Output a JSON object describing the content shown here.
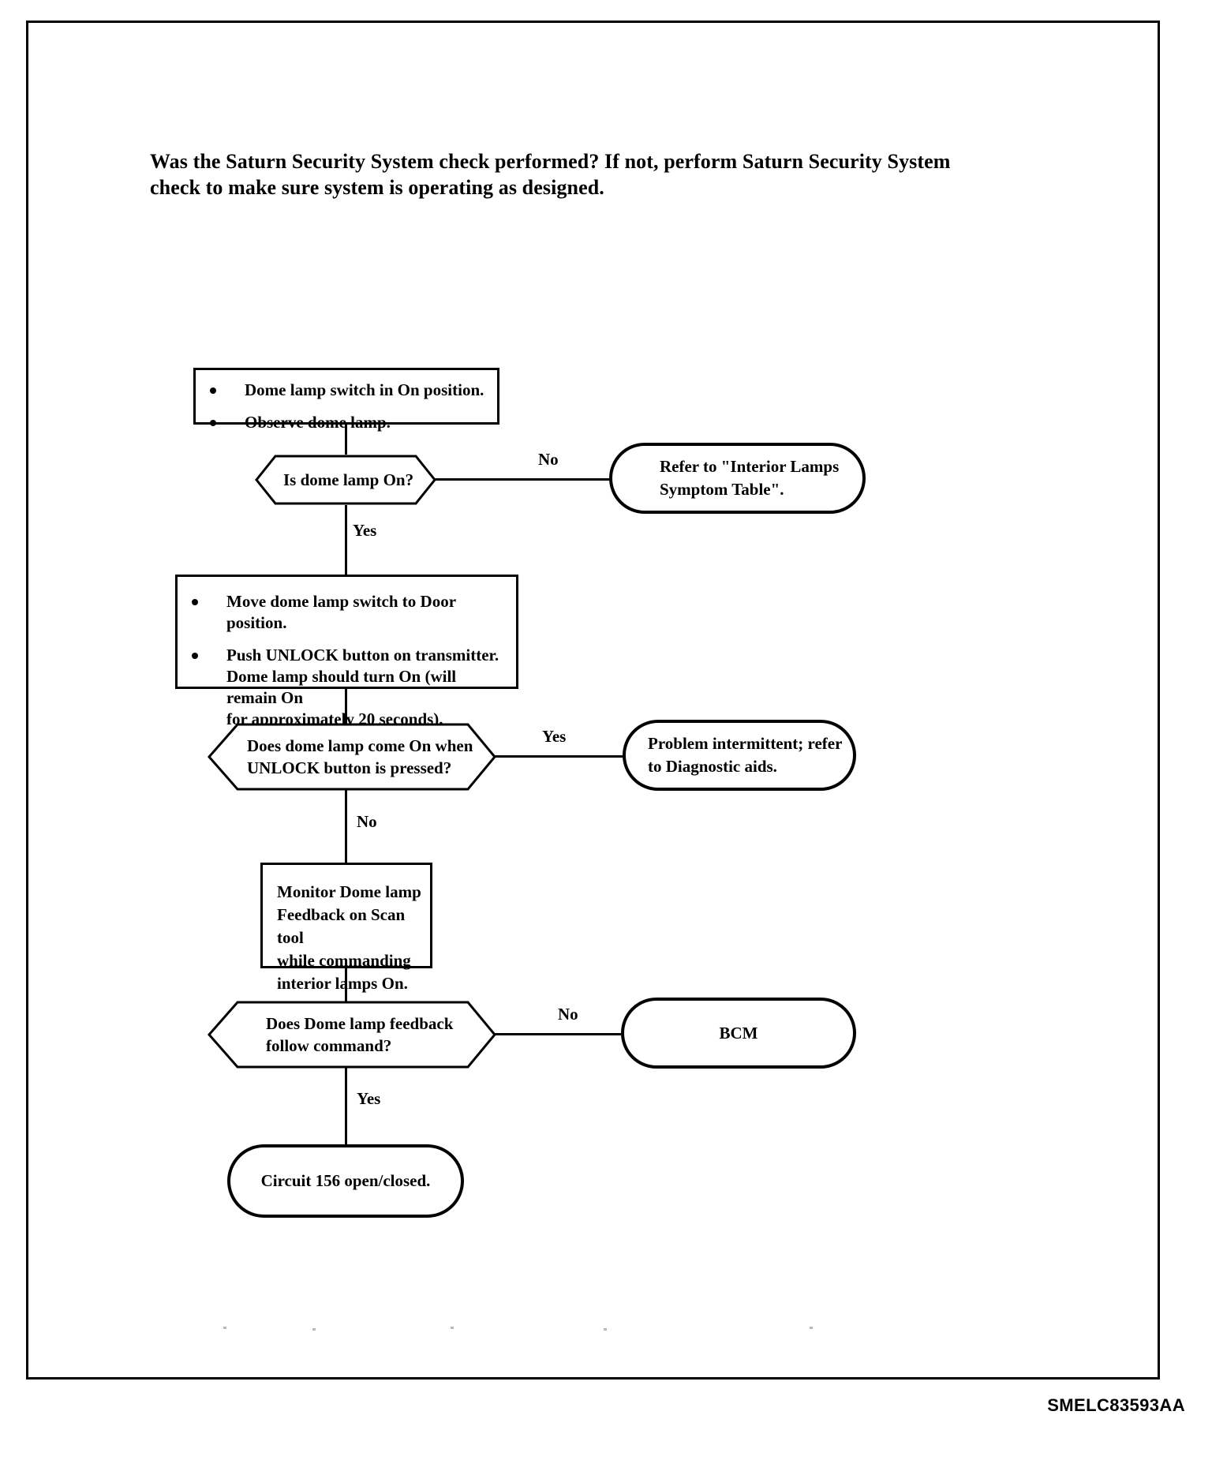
{
  "document": {
    "header_paragraph": "Was the Saturn Security System check performed? If not, perform Saturn Security System check to make sure system is operating as designed.",
    "footer_code": "SMELC83593AA"
  },
  "flowchart": {
    "type": "diagram",
    "nodes": [
      {
        "id": "step1",
        "shape": "process",
        "bullets": [
          "Dome lamp switch in On position.",
          "Observe dome lamp."
        ]
      },
      {
        "id": "decision1",
        "shape": "decision",
        "text": "Is dome lamp On?"
      },
      {
        "id": "result1",
        "shape": "terminator",
        "line1": "Refer to \"Interior Lamps",
        "line2": "Symptom Table\"."
      },
      {
        "id": "step2",
        "shape": "process",
        "bullets": [
          "Move dome lamp switch to Door position.",
          "Push UNLOCK button on transmitter."
        ],
        "bullet2_cont": [
          "Dome lamp should turn On (will remain On",
          "for approximately 20 seconds)."
        ]
      },
      {
        "id": "decision2",
        "shape": "decision",
        "line1": "Does dome lamp come On when",
        "line2": "UNLOCK button is pressed?"
      },
      {
        "id": "result2",
        "shape": "terminator",
        "line1": "Problem intermittent; refer",
        "line2": "to Diagnostic aids."
      },
      {
        "id": "step3",
        "shape": "process",
        "lines": [
          "Monitor Dome lamp",
          "Feedback on Scan tool",
          "while commanding",
          "interior lamps On."
        ]
      },
      {
        "id": "decision3",
        "shape": "decision",
        "line1": "Does Dome lamp feedback",
        "line2": "follow command?"
      },
      {
        "id": "result3",
        "shape": "terminator",
        "text": "BCM"
      },
      {
        "id": "result4",
        "shape": "terminator",
        "text": "Circuit 156 open/closed."
      }
    ],
    "branch_labels": {
      "d1_no": "No",
      "d1_yes": "Yes",
      "d2_yes": "Yes",
      "d2_no": "No",
      "d3_no": "No",
      "d3_yes": "Yes"
    }
  },
  "colors": {
    "ink": "#000000",
    "paper": "#ffffff"
  }
}
